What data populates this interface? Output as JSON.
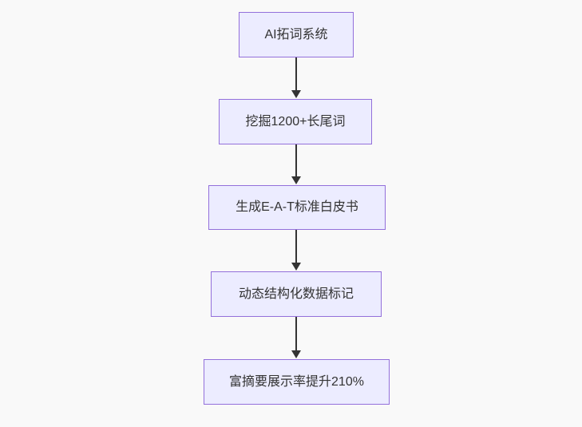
{
  "diagram": {
    "type": "flowchart",
    "direction": "top-down",
    "colors": {
      "background": "#f9f9f9",
      "node_fill": "#ECECFF",
      "node_border": "#9370DB",
      "text": "#333333",
      "arrow": "#333333"
    },
    "nodes": [
      {
        "id": "step-1",
        "label": "AI拓词系统"
      },
      {
        "id": "step-2",
        "label": "挖掘1200+长尾词"
      },
      {
        "id": "step-3",
        "label": "生成E-A-T标准白皮书"
      },
      {
        "id": "step-4",
        "label": "动态结构化数据标记"
      },
      {
        "id": "step-5",
        "label": "富摘要展示率提升210%"
      }
    ],
    "edges": [
      {
        "from": "step-1",
        "to": "step-2"
      },
      {
        "from": "step-2",
        "to": "step-3"
      },
      {
        "from": "step-3",
        "to": "step-4"
      },
      {
        "from": "step-4",
        "to": "step-5"
      }
    ]
  }
}
